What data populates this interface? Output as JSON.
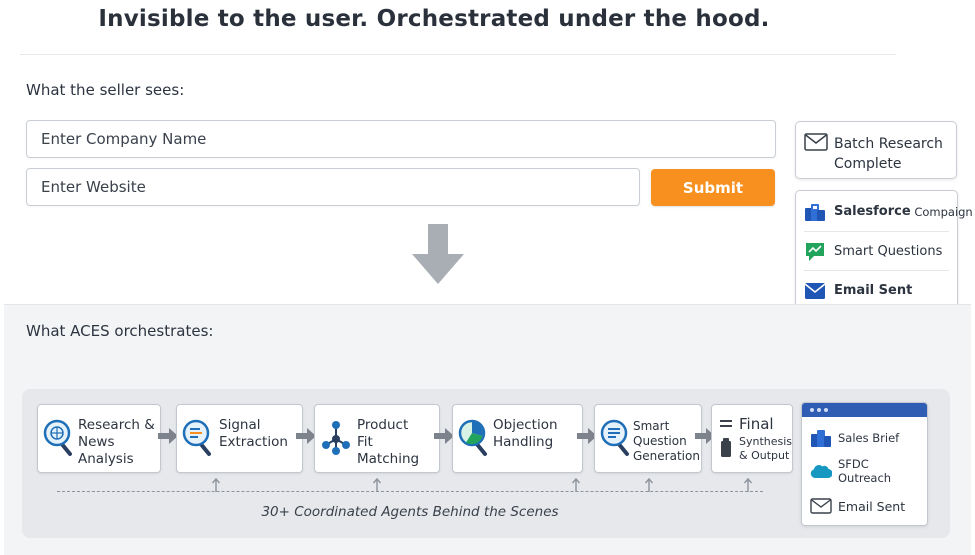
{
  "header": {
    "title": "Invisible to the user.  Orchestrated under the hood."
  },
  "seller": {
    "label": "What the seller sees:",
    "company_placeholder": "Enter Company Name",
    "website_placeholder": "Enter Website",
    "submit_label": "Submit"
  },
  "results": {
    "batch": "Batch Research\nComplete",
    "salesforce_bold": "Salesforce",
    "salesforce_rest": " Compaign",
    "smart_questions": "Smart Questions",
    "email_sent": "Email Sent"
  },
  "orchestration": {
    "label": "What ACES orchestrates:",
    "stages": [
      {
        "label": "Research &\nNews\nAnalysis",
        "icon": "globe-search-icon"
      },
      {
        "label": "Signal\nExtraction",
        "icon": "list-search-icon"
      },
      {
        "label": "Product\nFit Matching",
        "icon": "network-icon"
      },
      {
        "label": "Objection\nHandling",
        "icon": "pie-search-icon"
      },
      {
        "label": "Smart\nQuestion\nGeneration",
        "icon": "list-search-icon"
      },
      {
        "label_big": "Final",
        "label_small": "Synthesis\n& Output",
        "icon": "list-icon"
      }
    ],
    "caption": "30+ Coordinated Agents Behind the Scenes"
  },
  "outputs": {
    "sales_brief": "Sales Brief",
    "sfdc_outreach": "SFDC Outreach",
    "email_sent": "Email Sent"
  },
  "colors": {
    "accent_orange": "#f7901e",
    "brand_blue": "#2f5db3",
    "salesforce_blue": "#1798c1",
    "green": "#22a45d"
  }
}
